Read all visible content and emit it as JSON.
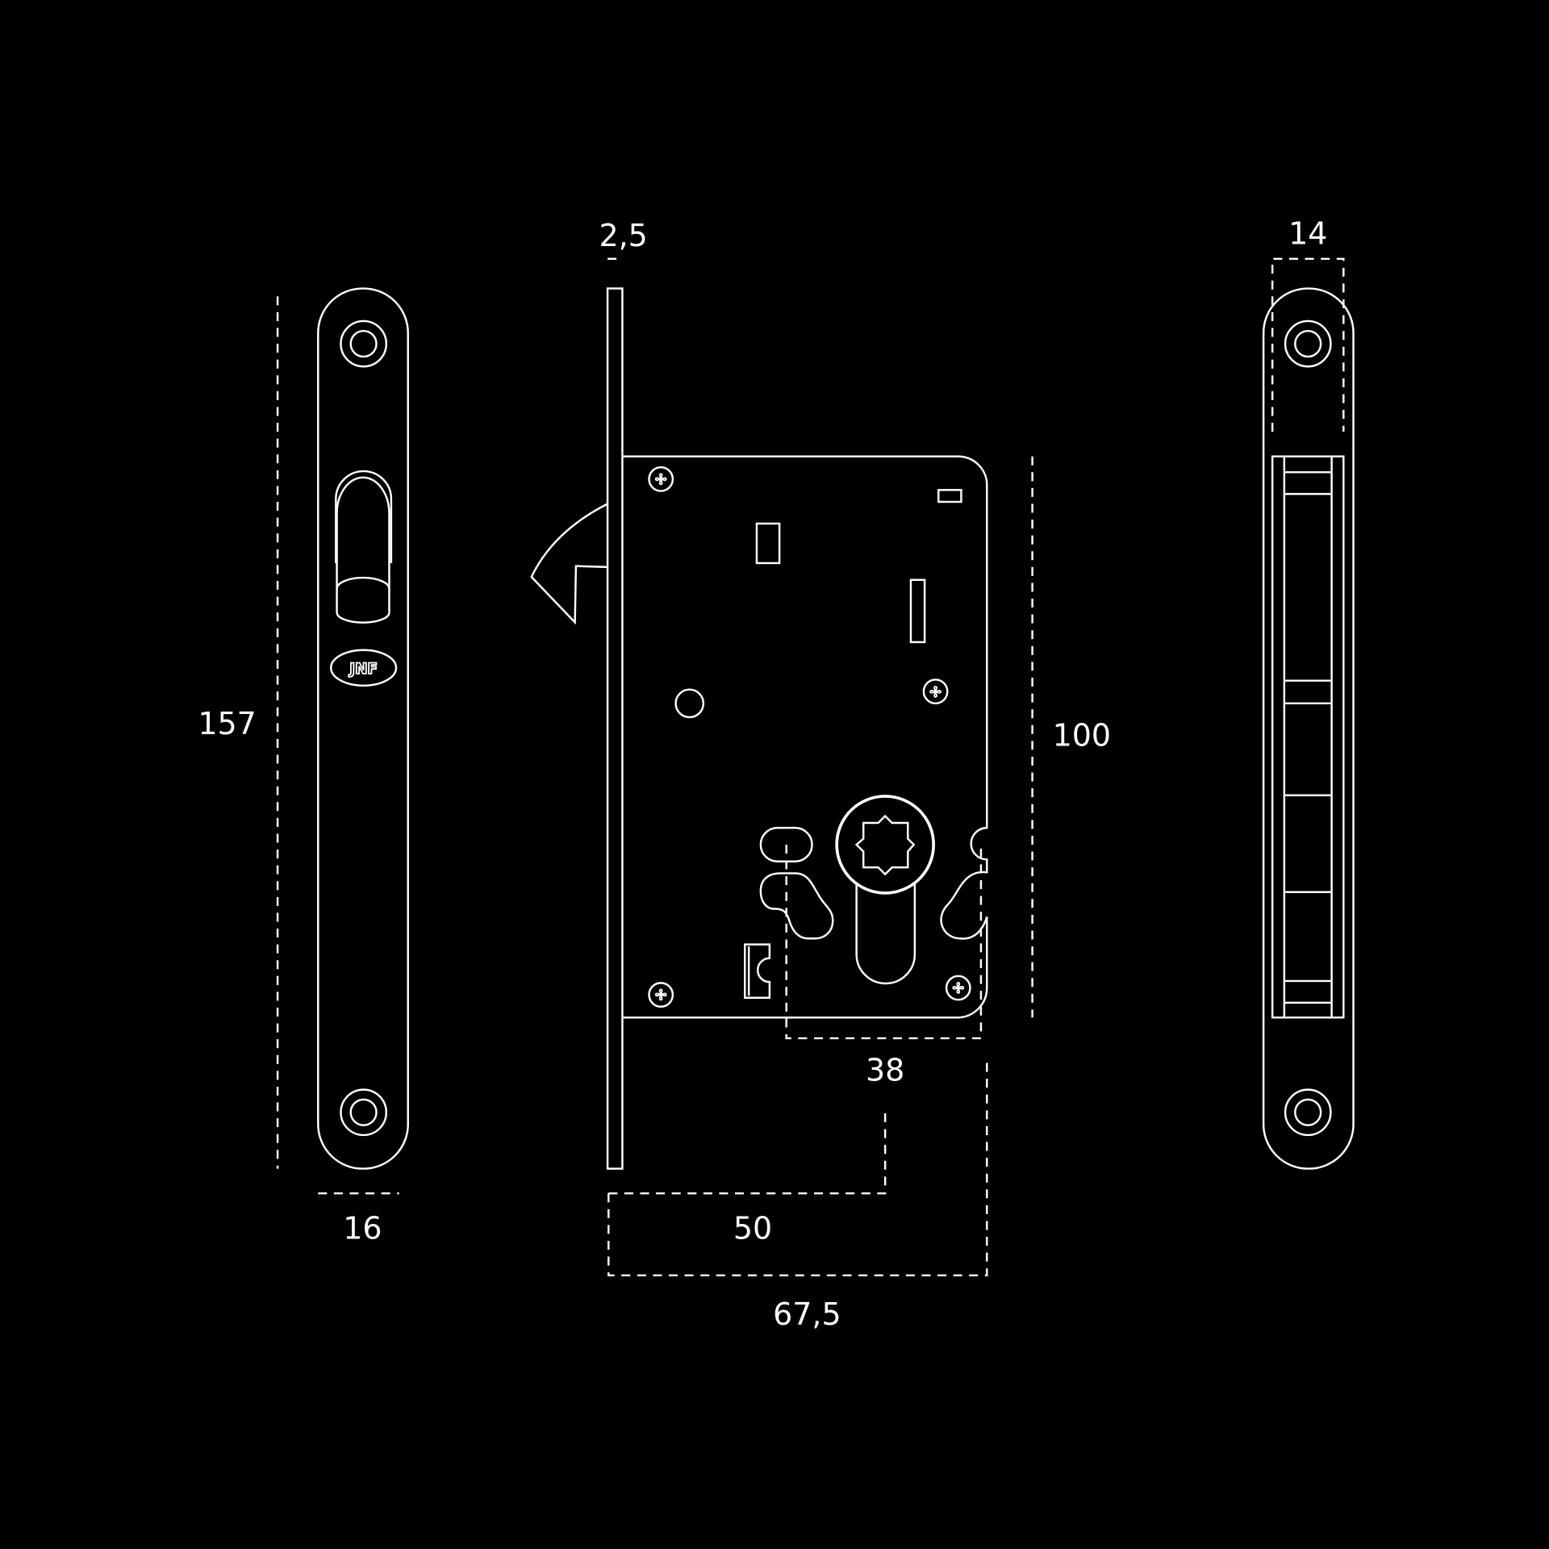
{
  "colors": {
    "background": "#000000",
    "line": "#ffffff"
  },
  "logo_text": "JNF",
  "dimensions": {
    "faceplate_height": "157",
    "faceplate_width": "16",
    "faceplate_thickness": "2,5",
    "body_height": "100",
    "cylinder_spacing": "38",
    "backset": "50",
    "body_depth": "67,5",
    "body_width": "14"
  }
}
